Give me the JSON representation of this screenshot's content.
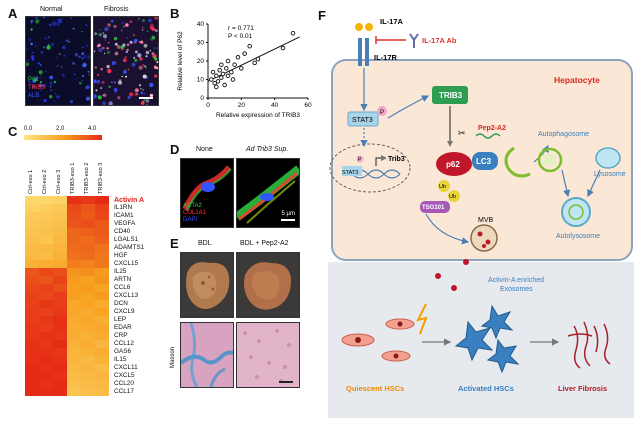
{
  "panels": {
    "A": {
      "label": "A",
      "titles": [
        "Normal",
        "Fibrosis"
      ],
      "legend": [
        {
          "text": "P62",
          "color": "#2ecc40"
        },
        {
          "text": "TRIB3",
          "color": "#ff3333"
        },
        {
          "text": "ALB",
          "color": "#3355ff"
        }
      ]
    },
    "B": {
      "label": "B",
      "stats": [
        "r = 0.771",
        "P < 0.01"
      ]
    },
    "C": {
      "label": "C",
      "scale_ticks": [
        "0.0",
        "2.0",
        "4.0"
      ],
      "columns": [
        "Ctrl-exo 1",
        "Ctrl-exo 2",
        "Ctrl-exo 3",
        "TRIB3-exo 1",
        "TRIB3-exo 2",
        "TRIB3-exo 3"
      ],
      "highlight_gene": "Activin A",
      "genes": [
        "Activin A",
        "IL1RN",
        "ICAM1",
        "VEGFA",
        "CD40",
        "LGALS1",
        "ADAMTS1",
        "HGF",
        "CXCL15",
        "IL25",
        "ARTN",
        "CCL6",
        "CXCL13",
        "DCN",
        "CXCL9",
        "LEP",
        "EDAR",
        "CRP",
        "CCL12",
        "GAS6",
        "IL15",
        "CXCL11",
        "CXCL5",
        "CCL20",
        "CCL17"
      ],
      "matrix": [
        [
          0.4,
          0.5,
          0.6,
          3.9,
          3.8,
          4.0
        ],
        [
          0.6,
          0.7,
          0.9,
          3.5,
          3.3,
          3.6
        ],
        [
          0.8,
          0.9,
          1.0,
          3.4,
          3.2,
          3.5
        ],
        [
          0.9,
          1.0,
          1.1,
          3.3,
          3.4,
          3.2
        ],
        [
          1.0,
          1.1,
          1.2,
          3.0,
          3.1,
          3.2
        ],
        [
          1.1,
          1.0,
          1.3,
          3.0,
          2.9,
          3.1
        ],
        [
          1.2,
          1.3,
          1.4,
          2.9,
          3.0,
          2.8
        ],
        [
          1.3,
          1.2,
          1.5,
          2.8,
          2.9,
          2.7
        ],
        [
          1.5,
          1.6,
          1.7,
          2.6,
          2.5,
          2.7
        ],
        [
          3.3,
          3.5,
          3.4,
          2.2,
          2.3,
          2.1
        ],
        [
          3.4,
          3.3,
          3.6,
          2.1,
          2.0,
          2.2
        ],
        [
          3.5,
          3.6,
          3.4,
          2.0,
          2.1,
          1.9
        ],
        [
          3.6,
          3.5,
          3.7,
          2.0,
          1.9,
          2.1
        ],
        [
          3.6,
          3.8,
          3.7,
          1.8,
          1.9,
          1.7
        ],
        [
          3.7,
          3.6,
          3.8,
          1.8,
          1.7,
          1.9
        ],
        [
          3.7,
          3.8,
          3.9,
          1.7,
          1.8,
          1.6
        ],
        [
          3.8,
          3.7,
          3.9,
          1.6,
          1.7,
          1.8
        ],
        [
          3.8,
          3.9,
          3.8,
          1.6,
          1.5,
          1.7
        ],
        [
          3.9,
          3.8,
          4.0,
          1.5,
          1.6,
          1.4
        ],
        [
          3.9,
          3.9,
          3.8,
          1.4,
          1.5,
          1.6
        ],
        [
          3.9,
          4.0,
          3.9,
          1.4,
          1.3,
          1.5
        ],
        [
          4.0,
          3.9,
          4.0,
          1.3,
          1.4,
          1.2
        ],
        [
          4.0,
          4.0,
          3.9,
          1.2,
          1.3,
          1.4
        ],
        [
          4.0,
          3.9,
          4.0,
          1.1,
          1.2,
          1.3
        ],
        [
          4.0,
          4.0,
          4.0,
          1.0,
          1.1,
          1.2
        ]
      ]
    },
    "D": {
      "label": "D",
      "titles": [
        "None",
        "Ad Trib3 Sup."
      ],
      "legend": [
        {
          "text": "ACTA2",
          "color": "#2ecc40"
        },
        {
          "text": "COL1A1",
          "color": "#ff3333"
        },
        {
          "text": "DAPI",
          "color": "#3355ff"
        }
      ],
      "scalebar": "5 μm"
    },
    "E": {
      "label": "E",
      "titles": [
        "BDL",
        "BDL + Pep2-A2"
      ],
      "row_label": "Masson"
    },
    "F": {
      "label": "F",
      "il17a": "IL-17A",
      "il17r": "IL-17R",
      "ab": "IL-17A Ab",
      "hepatocyte": "Hepatocyte",
      "stat3": "STAT3",
      "p": "P",
      "trib3_gene": "Trib3",
      "trib3": "TRIB3",
      "pep": "Pep2-A2",
      "p62": "p62",
      "lc3": "LC3",
      "ub": "Ub",
      "tsg101": "TSG101",
      "mvb": "MVB",
      "autophagosome": "Autophagosome",
      "lysosome": "Lysosome",
      "autolysosome": "Autolysosome",
      "exosomes": "Activin-A enriched\nExosomes",
      "qhsc": "Quiescent HSCs",
      "ahsc": "Activated HSCs",
      "fibrosis": "Liver Fibrosis"
    }
  },
  "chart_data": {
    "type": "scatter",
    "title": "",
    "xlabel": "Relative expression of TRIB3",
    "ylabel": "Relative level of P62",
    "xlim": [
      0,
      60
    ],
    "ylim": [
      0,
      40
    ],
    "xticks": [
      0,
      20,
      40,
      60
    ],
    "yticks": [
      0,
      10,
      20,
      30,
      40
    ],
    "x": [
      2,
      3,
      4,
      5,
      5,
      6,
      7,
      8,
      8,
      9,
      10,
      11,
      12,
      12,
      14,
      15,
      16,
      18,
      20,
      22,
      25,
      28,
      30,
      45,
      51
    ],
    "y": [
      10,
      14,
      8,
      12,
      6,
      9,
      15,
      11,
      18,
      13,
      7,
      16,
      12,
      20,
      14,
      10,
      18,
      22,
      16,
      24,
      28,
      19,
      21,
      27,
      35
    ],
    "fit": [
      [
        0,
        9
      ],
      [
        55,
        33
      ]
    ],
    "annotations": [
      "r = 0.771",
      "P < 0.01"
    ]
  }
}
